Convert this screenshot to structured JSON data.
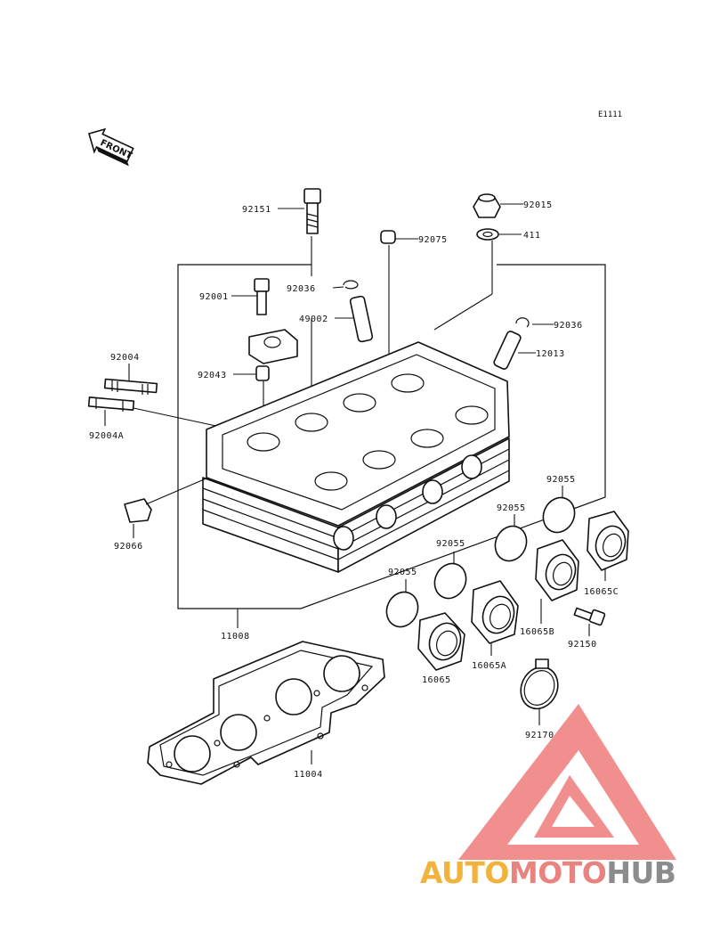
{
  "diagram_code": "E1111",
  "front_label": "FRONT",
  "parts": {
    "p92151": "92151",
    "p92015": "92015",
    "p92075": "92075",
    "p411": "411",
    "p92036a": "92036",
    "p92001": "92001",
    "p49002": "49002",
    "p92036b": "92036",
    "p12013": "12013",
    "p92004": "92004",
    "p92043": "92043",
    "p92004A": "92004A",
    "p92066": "92066",
    "p92055a": "92055",
    "p92055b": "92055",
    "p92055c": "92055",
    "p92055d": "92055",
    "p16065C": "16065C",
    "p16065B": "16065B",
    "p92150": "92150",
    "p16065A": "16065A",
    "p16065": "16065",
    "p11008": "11008",
    "p92170": "92170",
    "p11004": "11004"
  },
  "watermark": {
    "brand_a": "AUTO",
    "brand_b": "MOTO",
    "brand_c": "HUB",
    "color_a": "#f2b33d",
    "color_b": "#e8837f",
    "color_c": "#8c8c8c",
    "logo_color": "#ea4a4a"
  }
}
